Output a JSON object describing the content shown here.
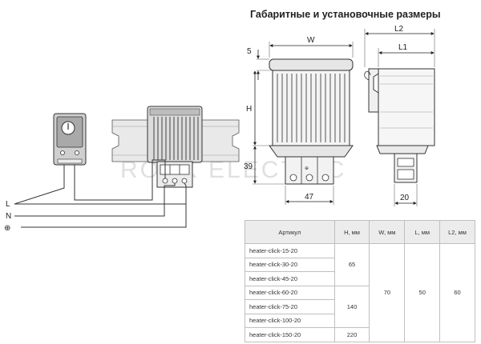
{
  "title": "Габаритные и установочные размеры",
  "watermark": "ROCK ELECTRIC",
  "wires": {
    "l": "L",
    "n": "N",
    "pe": "⊕"
  },
  "dims": {
    "w": "W",
    "l2": "L2",
    "l1": "L1",
    "five": "5",
    "h": "H",
    "thirtynine": "39",
    "fortyseven": "47",
    "twenty": "20"
  },
  "table": {
    "headers": {
      "article": "Артикул",
      "h": "H, мм",
      "w": "W, мм",
      "l": "L, мм",
      "l2": "L2, мм"
    },
    "articles": [
      "heater-click-15-20",
      "heater-click-30-20",
      "heater-click-45-20",
      "heater-click-60-20",
      "heater-click-75-20",
      "heater-click-100-20",
      "heater-click-150-20"
    ],
    "h_groups": [
      "65",
      "140",
      "220"
    ],
    "w": "70",
    "l": "50",
    "l2": "60"
  }
}
